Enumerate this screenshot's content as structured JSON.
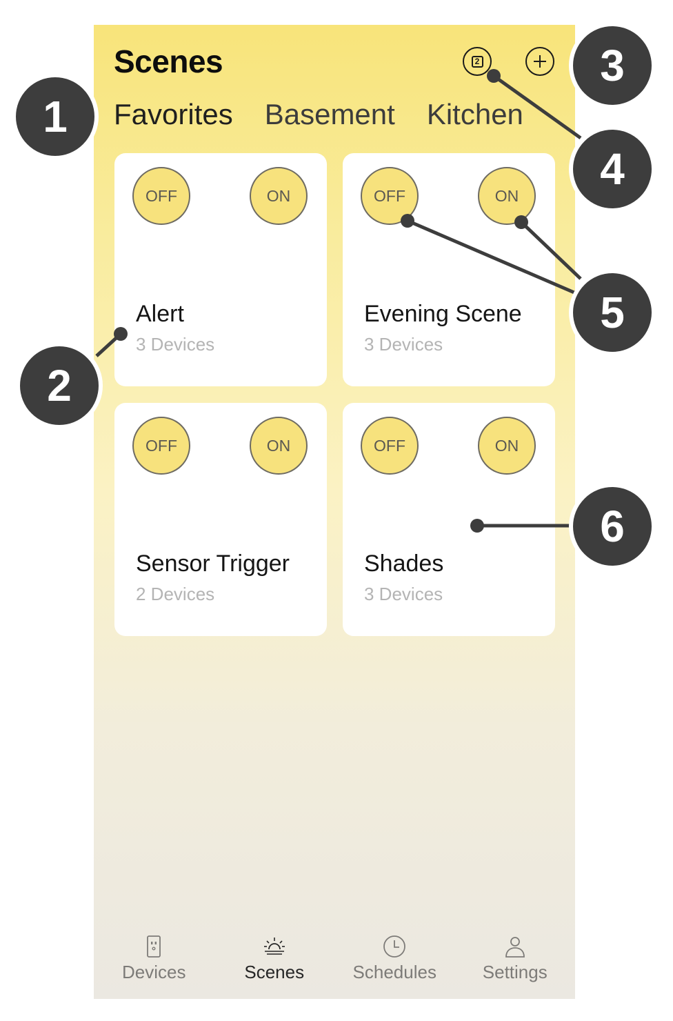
{
  "header": {
    "title": "Scenes",
    "counter_value": "2",
    "counter_icon": "counter-icon",
    "add_icon": "plus-circle-icon"
  },
  "tabs": [
    {
      "label": "Favorites",
      "selected": true
    },
    {
      "label": "Basement",
      "selected": false
    },
    {
      "label": "Kitchen",
      "selected": false
    }
  ],
  "scenes": [
    {
      "name": "Alert",
      "devices": "3 Devices",
      "off_label": "OFF",
      "on_label": "ON"
    },
    {
      "name": "Evening Scene",
      "devices": "3 Devices",
      "off_label": "OFF",
      "on_label": "ON"
    },
    {
      "name": "Sensor Trigger",
      "devices": "2 Devices",
      "off_label": "OFF",
      "on_label": "ON"
    },
    {
      "name": "Shades",
      "devices": "3 Devices",
      "off_label": "OFF",
      "on_label": "ON"
    }
  ],
  "bottom_nav": [
    {
      "label": "Devices",
      "icon": "outlet-icon",
      "active": false
    },
    {
      "label": "Scenes",
      "icon": "sunrise-icon",
      "active": true
    },
    {
      "label": "Schedules",
      "icon": "clock-icon",
      "active": false
    },
    {
      "label": "Settings",
      "icon": "person-icon",
      "active": false
    }
  ],
  "callouts": [
    "1",
    "2",
    "3",
    "4",
    "5",
    "6"
  ],
  "colors": {
    "accent_yellow": "#f7e27d",
    "callout_bg": "#3d3d3d",
    "text_dark": "#151515",
    "text_muted": "#b4b4b4"
  }
}
